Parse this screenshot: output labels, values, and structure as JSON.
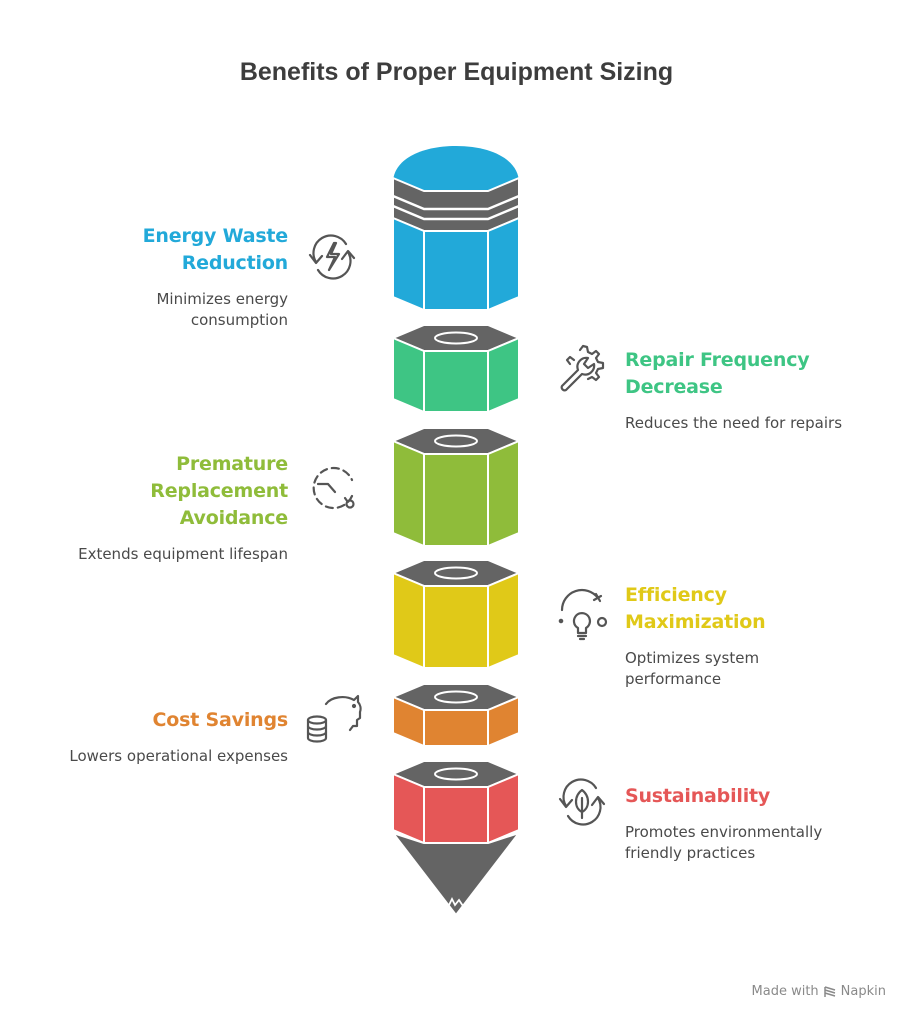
{
  "title": "Benefits of Proper Equipment Sizing",
  "colors": {
    "dark": "#646464",
    "outline": "#ffffff",
    "text_desc": "#4a4a4a",
    "title": "#3d3d3d"
  },
  "items": [
    {
      "id": "energy",
      "heading_lines": [
        "Energy Waste",
        "Reduction"
      ],
      "description_lines": [
        "Minimizes energy",
        "consumption"
      ],
      "color": "#22a9d9",
      "side": "left",
      "icon": "energy-cycle-icon"
    },
    {
      "id": "repair",
      "heading_lines": [
        "Repair Frequency",
        "Decrease"
      ],
      "description_lines": [
        "Reduces the need for repairs"
      ],
      "color": "#3ec584",
      "side": "right",
      "icon": "wrench-gear-icon"
    },
    {
      "id": "replacement",
      "heading_lines": [
        "Premature",
        "Replacement",
        "Avoidance"
      ],
      "description_lines": [
        "Extends equipment lifespan"
      ],
      "color": "#8fbc3a",
      "side": "left",
      "icon": "timer-icon"
    },
    {
      "id": "efficiency",
      "heading_lines": [
        "Efficiency",
        "Maximization"
      ],
      "description_lines": [
        "Optimizes system",
        "performance"
      ],
      "color": "#e0c918",
      "side": "right",
      "icon": "lightbulb-icon"
    },
    {
      "id": "cost",
      "heading_lines": [
        "Cost Savings"
      ],
      "description_lines": [
        "Lowers operational expenses"
      ],
      "color": "#e08431",
      "side": "left",
      "icon": "piggy-bank-coins-icon"
    },
    {
      "id": "sustainability",
      "heading_lines": [
        "Sustainability"
      ],
      "description_lines": [
        "Promotes environmentally",
        "friendly practices"
      ],
      "color": "#e55757",
      "side": "right",
      "icon": "leaf-cycle-icon"
    }
  ],
  "footer": {
    "made_with": "Made with",
    "brand": "Napkin"
  }
}
